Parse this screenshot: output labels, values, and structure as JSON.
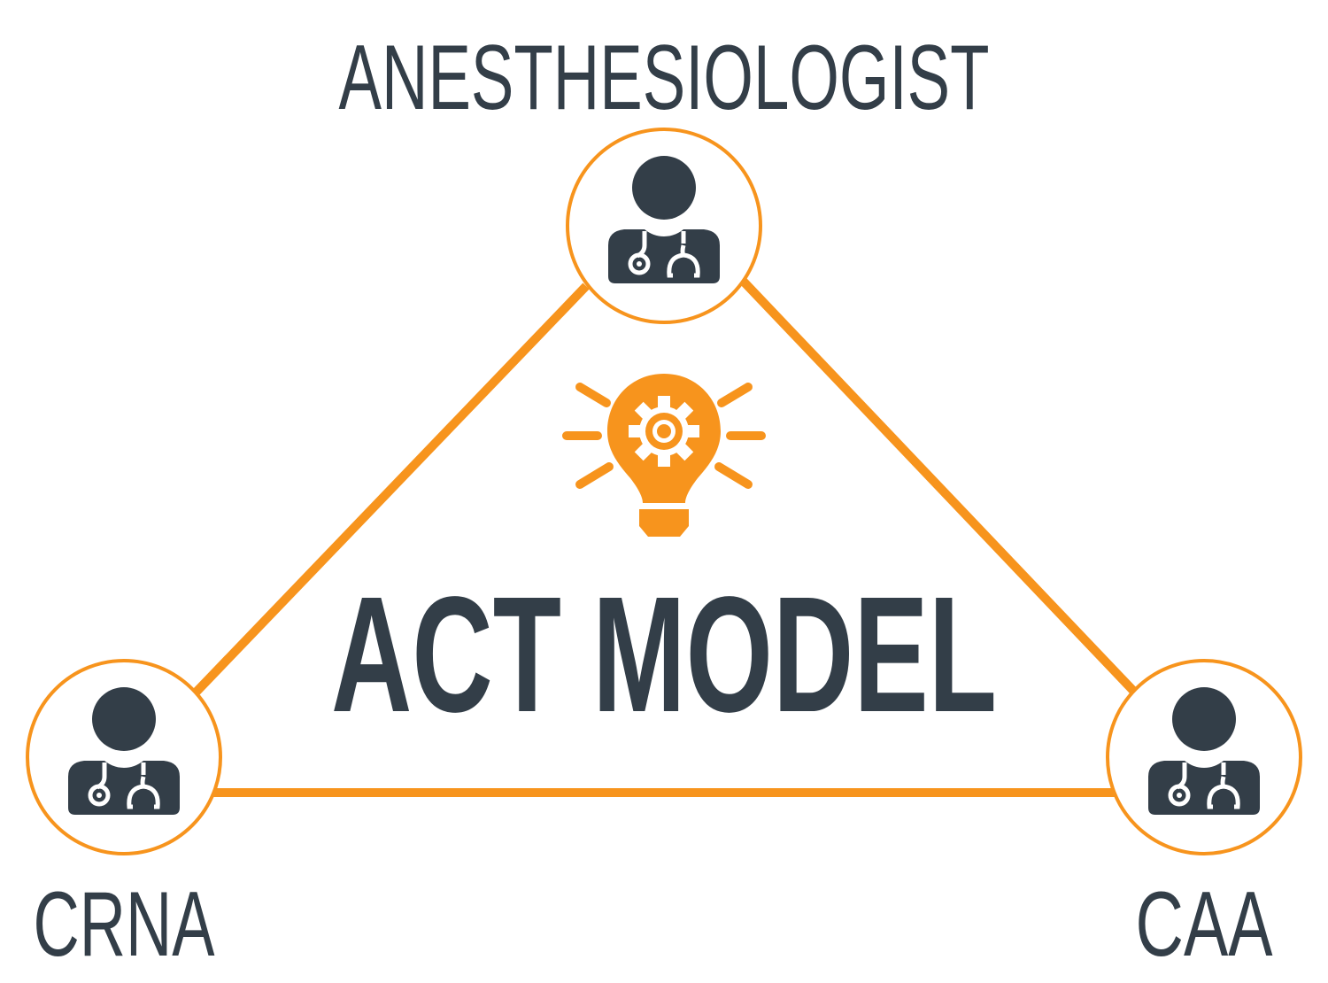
{
  "diagram": {
    "title": "ACT MODEL",
    "nodes": {
      "top": {
        "label": "ANESTHESIOLOGIST",
        "icon": "doctor-stethoscope-icon"
      },
      "left": {
        "label": "CRNA",
        "icon": "doctor-stethoscope-icon"
      },
      "right": {
        "label": "CAA",
        "icon": "doctor-stethoscope-icon"
      }
    },
    "center_icon": "lightbulb-gear-icon"
  },
  "colors": {
    "accent": "#f7941d",
    "dark": "#333e48",
    "background": "#ffffff"
  }
}
